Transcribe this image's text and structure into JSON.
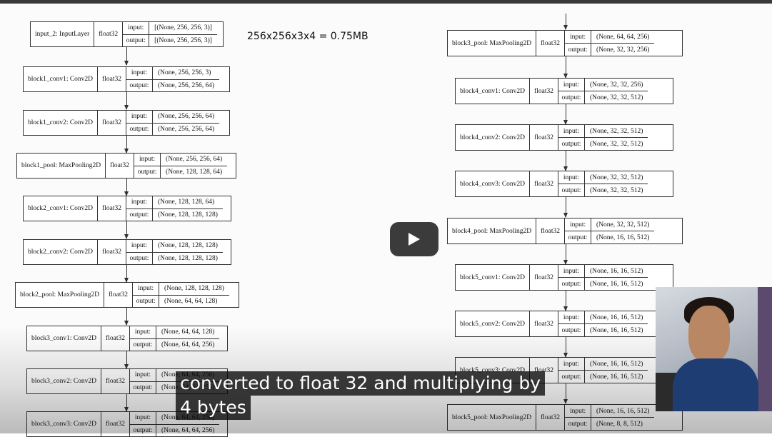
{
  "video": {
    "note_text": "256x256x3x4 = 0.75MB",
    "caption_line1": "converted to float 32 and multiplying by",
    "caption_line2": "4 bytes"
  },
  "labels": {
    "input": "input:",
    "output": "output:"
  },
  "left_column": [
    {
      "name": "input_2: InputLayer",
      "dtype": "float32",
      "input": "[(None, 256, 256, 3)]",
      "output": "[(None, 256, 256, 3)]"
    },
    {
      "name": "block1_conv1: Conv2D",
      "dtype": "float32",
      "input": "(None, 256, 256, 3)",
      "output": "(None, 256, 256, 64)"
    },
    {
      "name": "block1_conv2: Conv2D",
      "dtype": "float32",
      "input": "(None, 256, 256, 64)",
      "output": "(None, 256, 256, 64)"
    },
    {
      "name": "block1_pool: MaxPooling2D",
      "dtype": "float32",
      "input": "(None, 256, 256, 64)",
      "output": "(None, 128, 128, 64)"
    },
    {
      "name": "block2_conv1: Conv2D",
      "dtype": "float32",
      "input": "(None, 128, 128, 64)",
      "output": "(None, 128, 128, 128)"
    },
    {
      "name": "block2_conv2: Conv2D",
      "dtype": "float32",
      "input": "(None, 128, 128, 128)",
      "output": "(None, 128, 128, 128)"
    },
    {
      "name": "block2_pool: MaxPooling2D",
      "dtype": "float32",
      "input": "(None, 128, 128, 128)",
      "output": "(None, 64, 64, 128)"
    },
    {
      "name": "block3_conv1: Conv2D",
      "dtype": "float32",
      "input": "(None, 64, 64, 128)",
      "output": "(None, 64, 64, 256)"
    },
    {
      "name": "block3_conv2: Conv2D",
      "dtype": "float32",
      "input": "(None, 64, 64, 256)",
      "output": "(None, 64, 64, 256)"
    },
    {
      "name": "block3_conv3: Conv2D",
      "dtype": "float32",
      "input": "(None, 64, 64, 256)",
      "output": "(None, 64, 64, 256)"
    }
  ],
  "right_column": [
    {
      "name": "block3_pool: MaxPooling2D",
      "dtype": "float32",
      "input": "(None, 64, 64, 256)",
      "output": "(None, 32, 32, 256)"
    },
    {
      "name": "block4_conv1: Conv2D",
      "dtype": "float32",
      "input": "(None, 32, 32, 256)",
      "output": "(None, 32, 32, 512)"
    },
    {
      "name": "block4_conv2: Conv2D",
      "dtype": "float32",
      "input": "(None, 32, 32, 512)",
      "output": "(None, 32, 32, 512)"
    },
    {
      "name": "block4_conv3: Conv2D",
      "dtype": "float32",
      "input": "(None, 32, 32, 512)",
      "output": "(None, 32, 32, 512)"
    },
    {
      "name": "block4_pool: MaxPooling2D",
      "dtype": "float32",
      "input": "(None, 32, 32, 512)",
      "output": "(None, 16, 16, 512)"
    },
    {
      "name": "block5_conv1: Conv2D",
      "dtype": "float32",
      "input": "(None, 16, 16, 512)",
      "output": "(None, 16, 16, 512)"
    },
    {
      "name": "block5_conv2: Conv2D",
      "dtype": "float32",
      "input": "(None, 16, 16, 512)",
      "output": "(None, 16, 16, 512)"
    },
    {
      "name": "block5_conv3: Conv2D",
      "dtype": "float32",
      "input": "(None, 16, 16, 512)",
      "output": "(None, 16, 16, 512)"
    },
    {
      "name": "block5_pool: MaxPooling2D",
      "dtype": "float32",
      "input": "(None, 16, 16, 512)",
      "output": "(None, 8, 8, 512)"
    }
  ]
}
